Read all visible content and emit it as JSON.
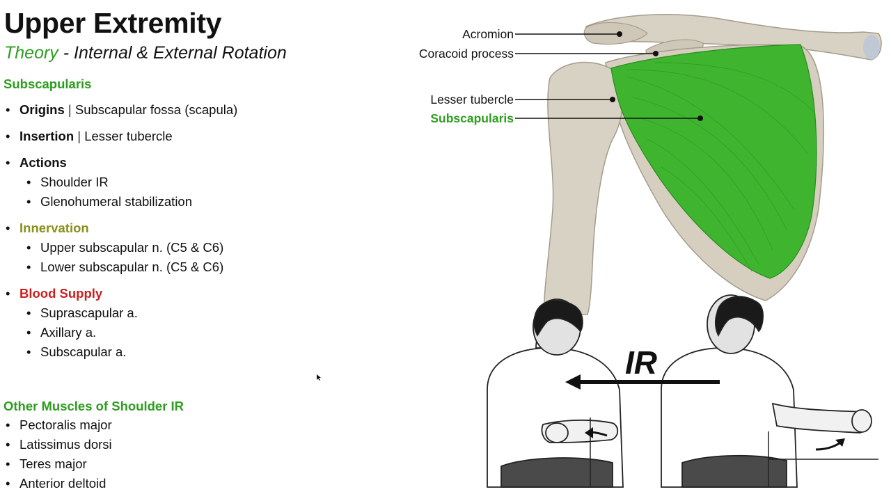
{
  "title": "Upper Extremity",
  "subtitle": {
    "theory": "Theory",
    "rest": " - Internal & External Rotation"
  },
  "muscle": "Subscapularis",
  "origins": {
    "label": "Origins",
    "value": "Subscapular fossa (scapula)"
  },
  "insertion": {
    "label": "Insertion",
    "value": "Lesser tubercle"
  },
  "actions": {
    "label": "Actions",
    "items": [
      "Shoulder IR",
      "Glenohumeral stabilization"
    ]
  },
  "innervation": {
    "label": "Innervation",
    "items": [
      "Upper subscapular n. (C5 & C6)",
      "Lower subscapular n. (C5 & C6)"
    ]
  },
  "blood_supply": {
    "label": "Blood Supply",
    "items": [
      "Suprascapular a.",
      "Axillary a.",
      "Subscapular a."
    ]
  },
  "other_muscles": {
    "label": "Other Muscles of Shoulder IR",
    "items": [
      "Pectoralis major",
      "Latissimus dorsi",
      "Teres major",
      "Anterior deltoid"
    ]
  },
  "sep": "|",
  "bullet": "•",
  "diagram_labels": {
    "acromion": "Acromion",
    "coracoid": "Coracoid process",
    "lesser_tubercle": "Lesser tubercle",
    "subscapularis": "Subscapularis"
  },
  "motion_label": "IR",
  "colors": {
    "accent_green": "#2e9d1f",
    "innervation": "#8a8f1a",
    "blood": "#cc1f1f",
    "muscle_green": "#3fb52f",
    "bone": "#d8d2c4"
  }
}
